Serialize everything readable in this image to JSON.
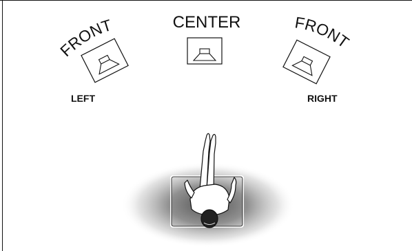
{
  "speakers": {
    "center": {
      "title": "CENTER"
    },
    "front_left": {
      "title": "FRONT",
      "position_label": "LEFT"
    },
    "front_right": {
      "title": "FRONT",
      "position_label": "RIGHT"
    }
  },
  "listener": {
    "icon": "seated-listener-icon"
  },
  "colors": {
    "line": "#111111",
    "background": "#ffffff",
    "sound_field_center": "#555555"
  }
}
